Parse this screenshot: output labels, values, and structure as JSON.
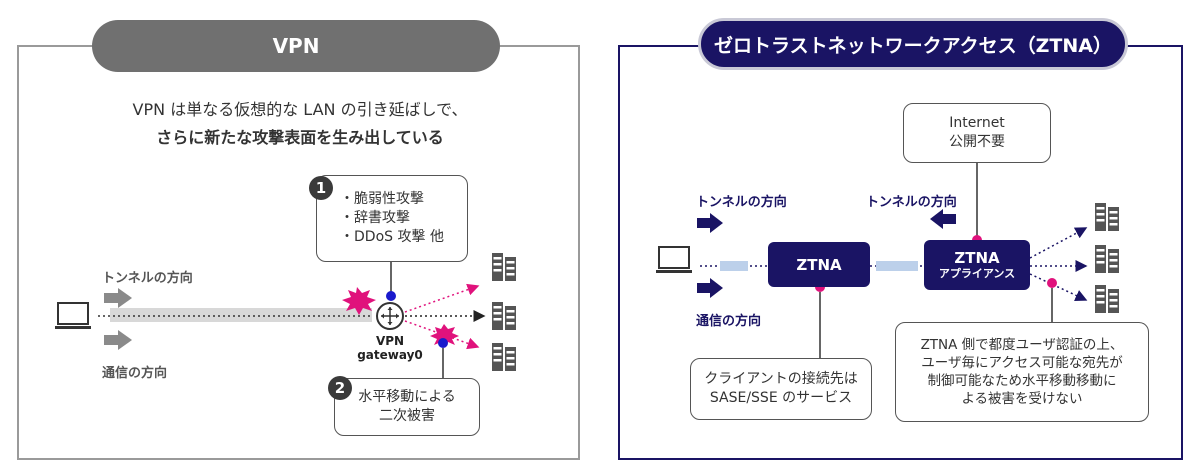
{
  "vpn": {
    "title": "VPN",
    "headline_line1": "VPN は単なる仮想的な LAN の引き延ばしで、",
    "headline_line2": "さらに新たな攻撃表面を生み出している",
    "attack_box": {
      "number": "1",
      "items": [
        "・脆弱性攻撃",
        "・辞書攻撃",
        "・DDoS 攻撃 他"
      ]
    },
    "tunnel_label": "トンネルの方向",
    "comm_label": "通信の方向",
    "gateway_line1": "VPN",
    "gateway_line2": "gateway0",
    "lateral_box": {
      "number": "2",
      "line1": "水平移動による",
      "line2": "二次被害"
    }
  },
  "ztna": {
    "title": "ゼロトラストネットワークアクセス（ZTNA）",
    "internet_box": {
      "line1": "Internet",
      "line2": "公開不要"
    },
    "tunnel_label_left": "トンネルの方向",
    "tunnel_label_right": "トンネルの方向",
    "comm_label": "通信の方向",
    "ztna_box": "ZTNA",
    "appliance_line1": "ZTNA",
    "appliance_line2": "アプライアンス",
    "client_box": {
      "line1": "クライアントの接続先は",
      "line2": "SASE/SSE のサービス"
    },
    "auth_box": {
      "line1": "ZTNA 側で都度ユーザ認証の上、",
      "line2": "ユーザ毎にアクセス可能な宛先が",
      "line3": "制御可能なため水平移動移動に",
      "line4": "よる被害を受けない"
    }
  },
  "colors": {
    "navy": "#1a1464",
    "gray_pill": "#707070",
    "magenta": "#e0127c",
    "blue_dot": "#1a1acc",
    "gray_arrow": "#8a8a8a"
  }
}
